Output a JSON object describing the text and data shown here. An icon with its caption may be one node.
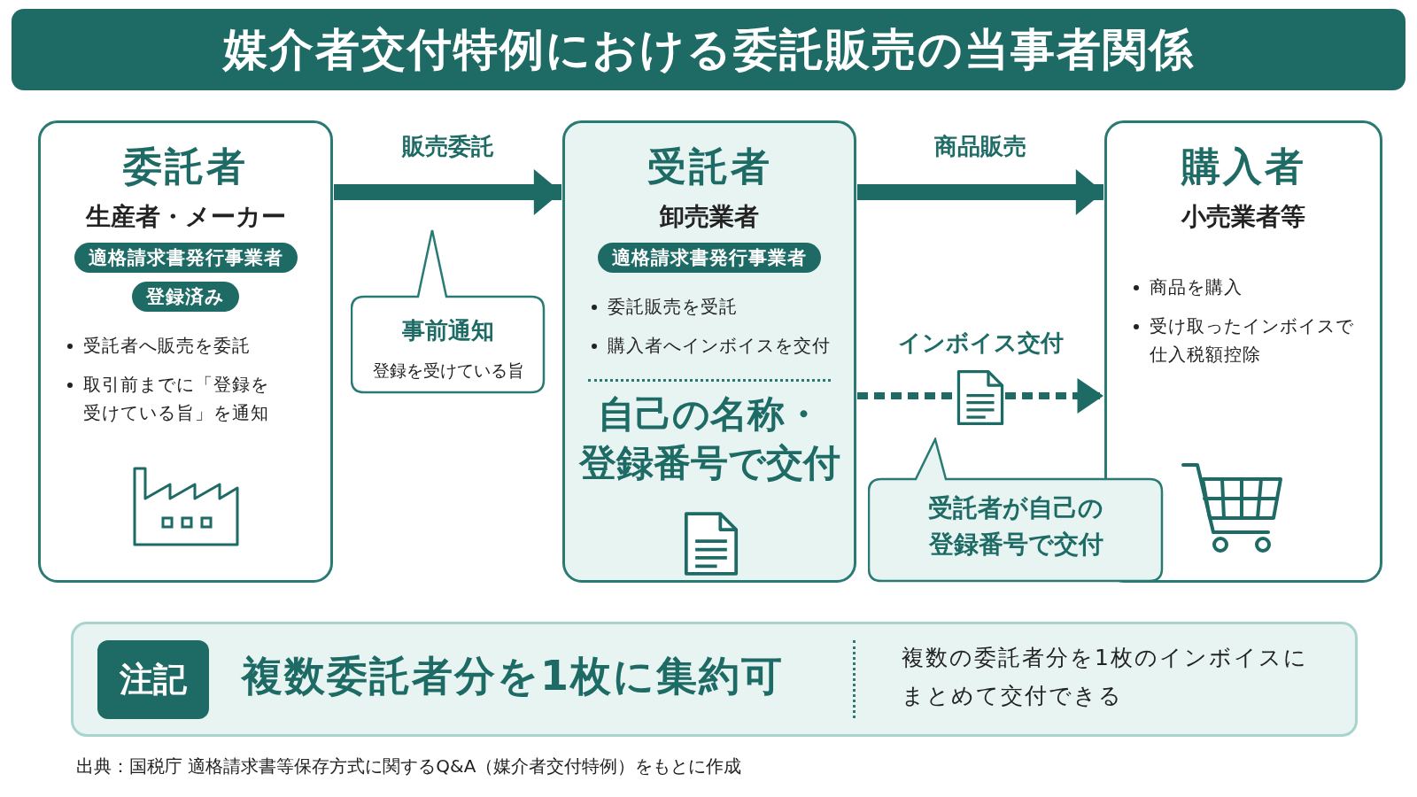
{
  "diagram": {
    "title": "媒介者交付特例における委託販売の当事者関係",
    "nodes": [
      {
        "text": [
          "委託者",
          "生産者・メーカー",
          "受託者へ販売を委託",
          "取引前までに「登録を受けている旨」を通知"
        ]
      },
      {
        "text": [
          "適格請求書発行事業者"
        ],
        "in": 0
      },
      {
        "text": [
          "登録済み"
        ],
        "in": 0
      },
      {
        "text": [
          "事前通知",
          "登録を受けている旨"
        ]
      },
      {
        "text": [
          "受託者",
          "卸売業者",
          "委託販売を受託",
          "購入者へインボイスを交付",
          "自己の名称・登録番号で交付"
        ]
      },
      {
        "text": [
          "適格請求書発行事業者"
        ],
        "in": 4
      },
      {
        "text": [
          "購入者",
          "小売業者等",
          "商品を購入",
          "受け取ったインボイスで仕入税額控除"
        ]
      },
      {
        "text": [
          "受託者が自己の登録番号で交付"
        ]
      },
      {
        "text": [
          "複数委託者分を1枚に集約可",
          "複数の委託者分を1枚のインボイスにまとめて交付できる"
        ]
      },
      {
        "text": [
          "注記"
        ],
        "in": 8
      },
      {
        "text": [],
        "shape": "document"
      }
    ],
    "edges": [
      {
        "from": 0,
        "to": 4,
        "arrow": "to",
        "label": "販売委託",
        "style": "thick"
      },
      {
        "from": 4,
        "to": 6,
        "arrow": "to",
        "label": "商品販売",
        "style": "thick"
      },
      {
        "from": 4,
        "to": 10,
        "arrow": "none",
        "label": "インボイス交付",
        "style": "dashed"
      },
      {
        "from": 10,
        "to": 6,
        "arrow": "to",
        "style": "dashed"
      }
    ],
    "caption": "出典：国税庁 適格請求書等保存方式に関するQ&A（媒介者交付特例）をもとに作成"
  }
}
